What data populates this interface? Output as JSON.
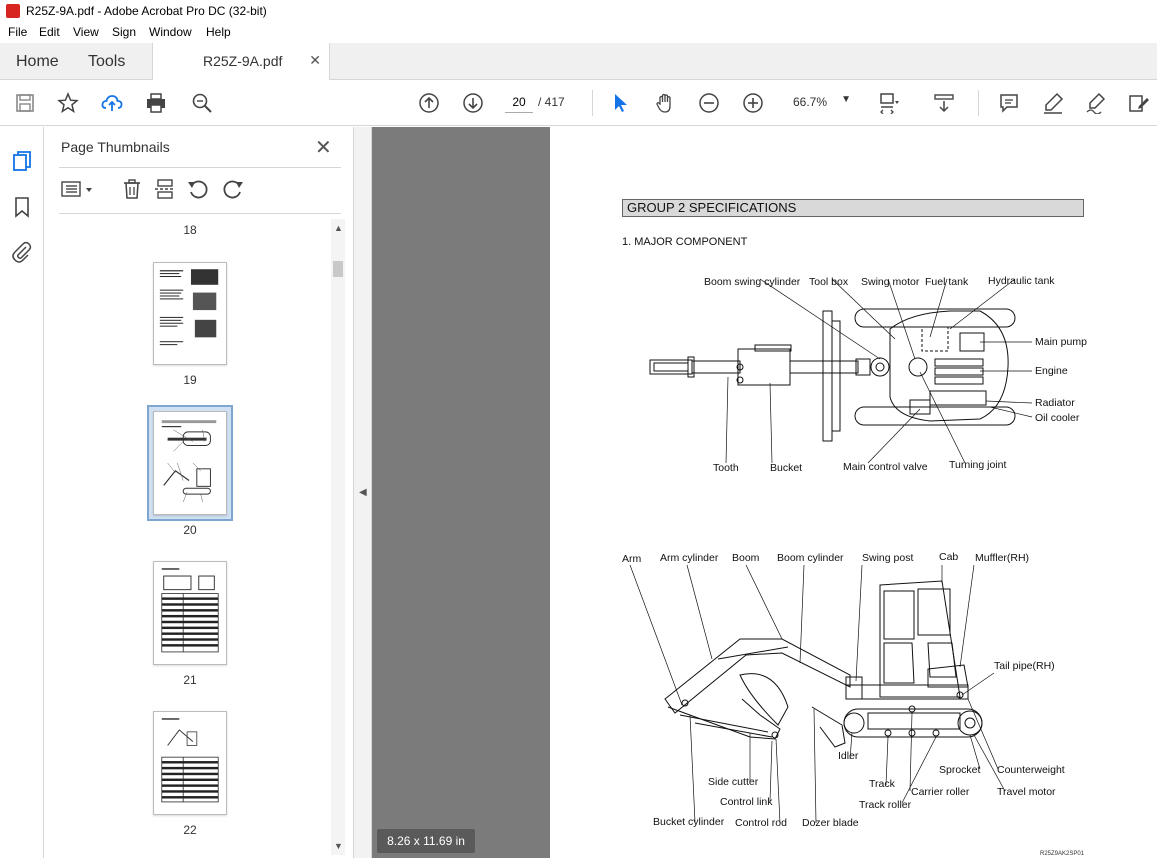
{
  "window": {
    "title": "R25Z-9A.pdf - Adobe Acrobat Pro DC (32-bit)"
  },
  "menu": [
    "File",
    "Edit",
    "View",
    "Sign",
    "Window",
    "Help"
  ],
  "tabs": {
    "home": "Home",
    "tools": "Tools",
    "document": "R25Z-9A.pdf"
  },
  "toolbar": {
    "current_page": "20",
    "total_pages": "/ 417",
    "zoom": "66.7%"
  },
  "thumbnails": {
    "header": "Page Thumbnails",
    "pages": [
      {
        "label": "18"
      },
      {
        "label": "19"
      },
      {
        "label": "20",
        "selected": true
      },
      {
        "label": "21"
      },
      {
        "label": "22"
      }
    ]
  },
  "document": {
    "heading": "GROUP  2  SPECIFICATIONS",
    "subheading": "1.  MAJOR COMPONENT",
    "top_labels": {
      "boom_swing_cylinder": "Boom swing cylinder",
      "tool_box": "Tool box",
      "swing_motor": "Swing motor",
      "fuel_tank": "Fuel tank",
      "hydraulic_tank": "Hydraulic tank",
      "main_pump": "Main pump",
      "engine": "Engine",
      "radiator": "Radiator",
      "oil_cooler": "Oil cooler",
      "tooth": "Tooth",
      "bucket": "Bucket",
      "main_control_valve": "Main control valve",
      "turning_joint": "Turning joint"
    },
    "side_labels": {
      "arm": "Arm",
      "arm_cylinder": "Arm cylinder",
      "boom": "Boom",
      "boom_cylinder": "Boom cylinder",
      "swing_post": "Swing post",
      "cab": "Cab",
      "muffler": "Muffler(RH)",
      "tail_pipe": "Tail pipe(RH)",
      "idler": "Idler",
      "sprocket": "Sprocket",
      "counterweight": "Counterweight",
      "side_cutter": "Side cutter",
      "track": "Track",
      "carrier_roller": "Carrier roller",
      "travel_motor": "Travel motor",
      "control_link": "Control link",
      "track_roller": "Track roller",
      "bucket_cylinder": "Bucket cylinder",
      "control_rod": "Control rod",
      "dozer_blade": "Dozer blade"
    },
    "figure_code": "R25Z9AK2SP01"
  },
  "status": {
    "page_size": "8.26 x 11.69 in"
  },
  "colors": {
    "accent": "#1473e6",
    "logo": "#d7261f",
    "selected_thumb": "#cfe0f3"
  }
}
